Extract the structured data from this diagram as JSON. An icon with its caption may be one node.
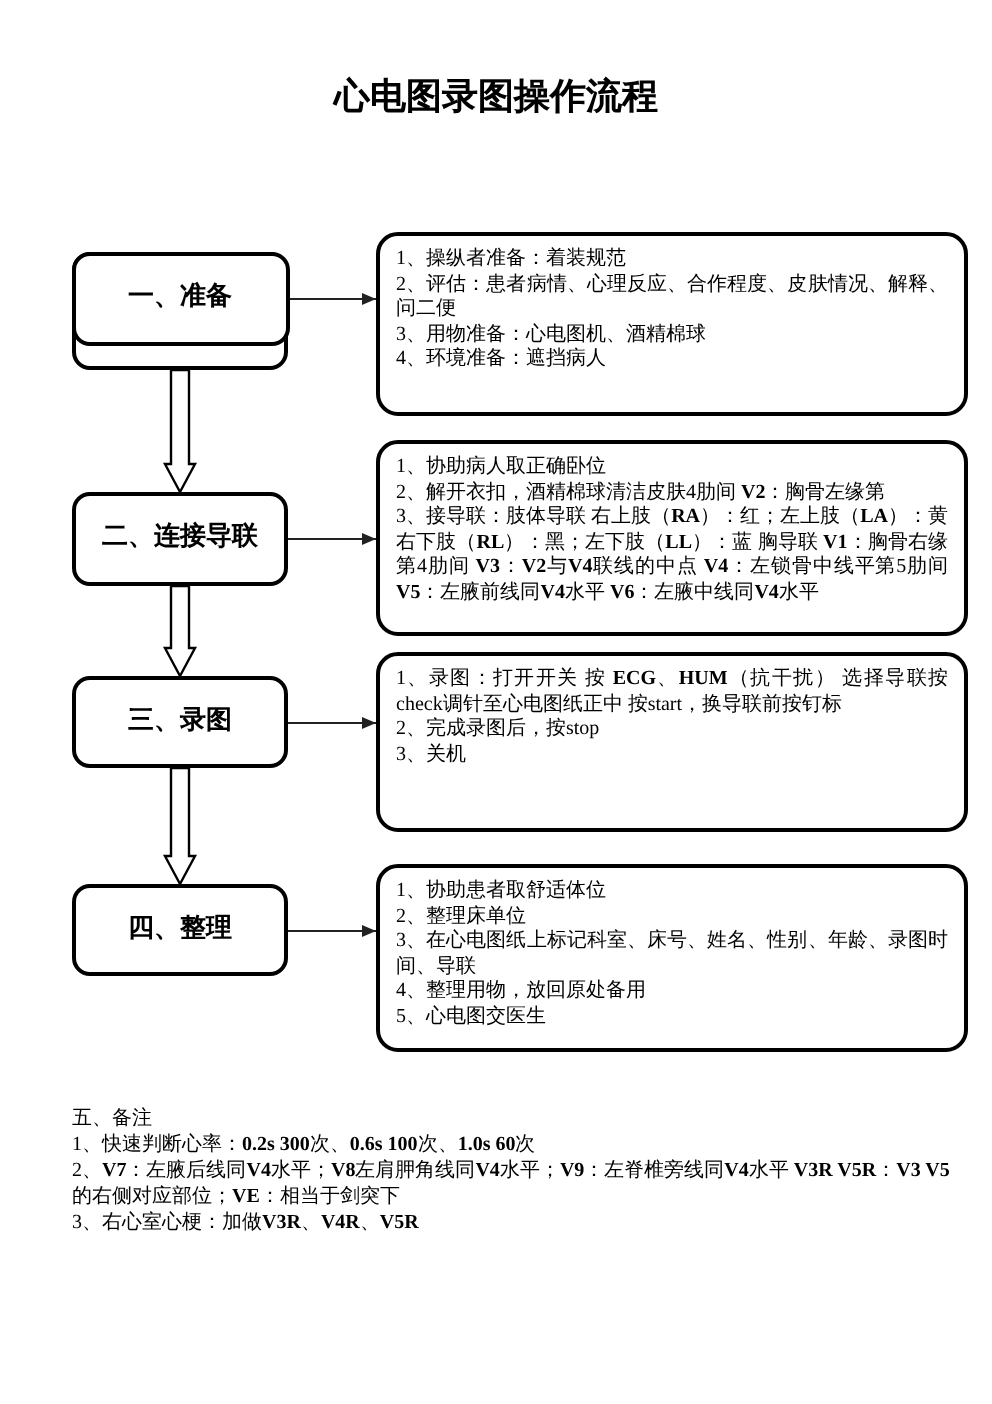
{
  "diagram": {
    "title": "心电图录图操作流程",
    "nodes": [
      {
        "text": [
          "一、准备"
        ]
      },
      {
        "text": [
          "二、连接导联"
        ]
      },
      {
        "text": [
          "三、录图"
        ]
      },
      {
        "text": [
          "四、整理"
        ]
      },
      {
        "text": [
          "1、操纵者准备：着装规范",
          "2、评估：患者病情、心理反应、合作程度、皮肤情况、解释、问二便",
          "3、用物准备：心电图机、酒精棉球",
          "4、环境准备：遮挡病人"
        ]
      },
      {
        "text": [
          "1、协助病人取正确卧位",
          "2、解开衣扣，酒精棉球清洁皮肤4肋间 **V2**：胸骨左缘第",
          "3、接导联：肢体导联 右上肢（**RA**）：红；左上肢（**LA**）：黄右下肢（**RL**）：黑；左下肢（**LL**）：蓝 胸导联 **V1**：胸骨右缘第4肋间 **V3**：**V2**与**V4**联线的中点 **V4**：左锁骨中线平第5肋间 **V5**：左腋前线同**V4**水平 **V6**：左腋中线同**V4**水平"
        ]
      },
      {
        "text": [
          "1、录图：打开开关 按 **ECG**、**HUM**（抗干扰） 选择导联按check调针至心电图纸正中 按start，换导联前按钉标",
          "2、完成录图后，按stop",
          "3、关机"
        ]
      },
      {
        "text": [
          "1、协助患者取舒适体位",
          "2、整理床单位",
          "3、在心电图纸上标记科室、床号、姓名、性别、年龄、录图时间、导联",
          "4、整理用物，放回原处备用",
          "5、心电图交医生"
        ]
      }
    ],
    "edges": [
      {
        "from": 0,
        "to": 1,
        "arrow": "to",
        "style": "thick"
      },
      {
        "from": 1,
        "to": 2,
        "arrow": "to",
        "style": "thick"
      },
      {
        "from": 2,
        "to": 3,
        "arrow": "to",
        "style": "thick"
      },
      {
        "from": 0,
        "to": 4,
        "arrow": "to"
      },
      {
        "from": 1,
        "to": 5,
        "arrow": "to"
      },
      {
        "from": 2,
        "to": 6,
        "arrow": "to"
      },
      {
        "from": 3,
        "to": 7,
        "arrow": "to"
      }
    ],
    "labels": [
      "五、备注",
      "1、快速判断心率：**0.2s 300**次、**0.6s 100**次、**1.0s 60**次",
      "2、**V7**：左腋后线同**V4**水平；**V8**左肩胛角线同**V4**水平；**V9**：左脊椎旁线同**V4**水平 **V3R V5R**：**V3 V5**的右侧对应部位；**VE**：相当于剑突下",
      "3、右心室心梗：加做**V3R**、**V4R**、**V5R**"
    ]
  }
}
